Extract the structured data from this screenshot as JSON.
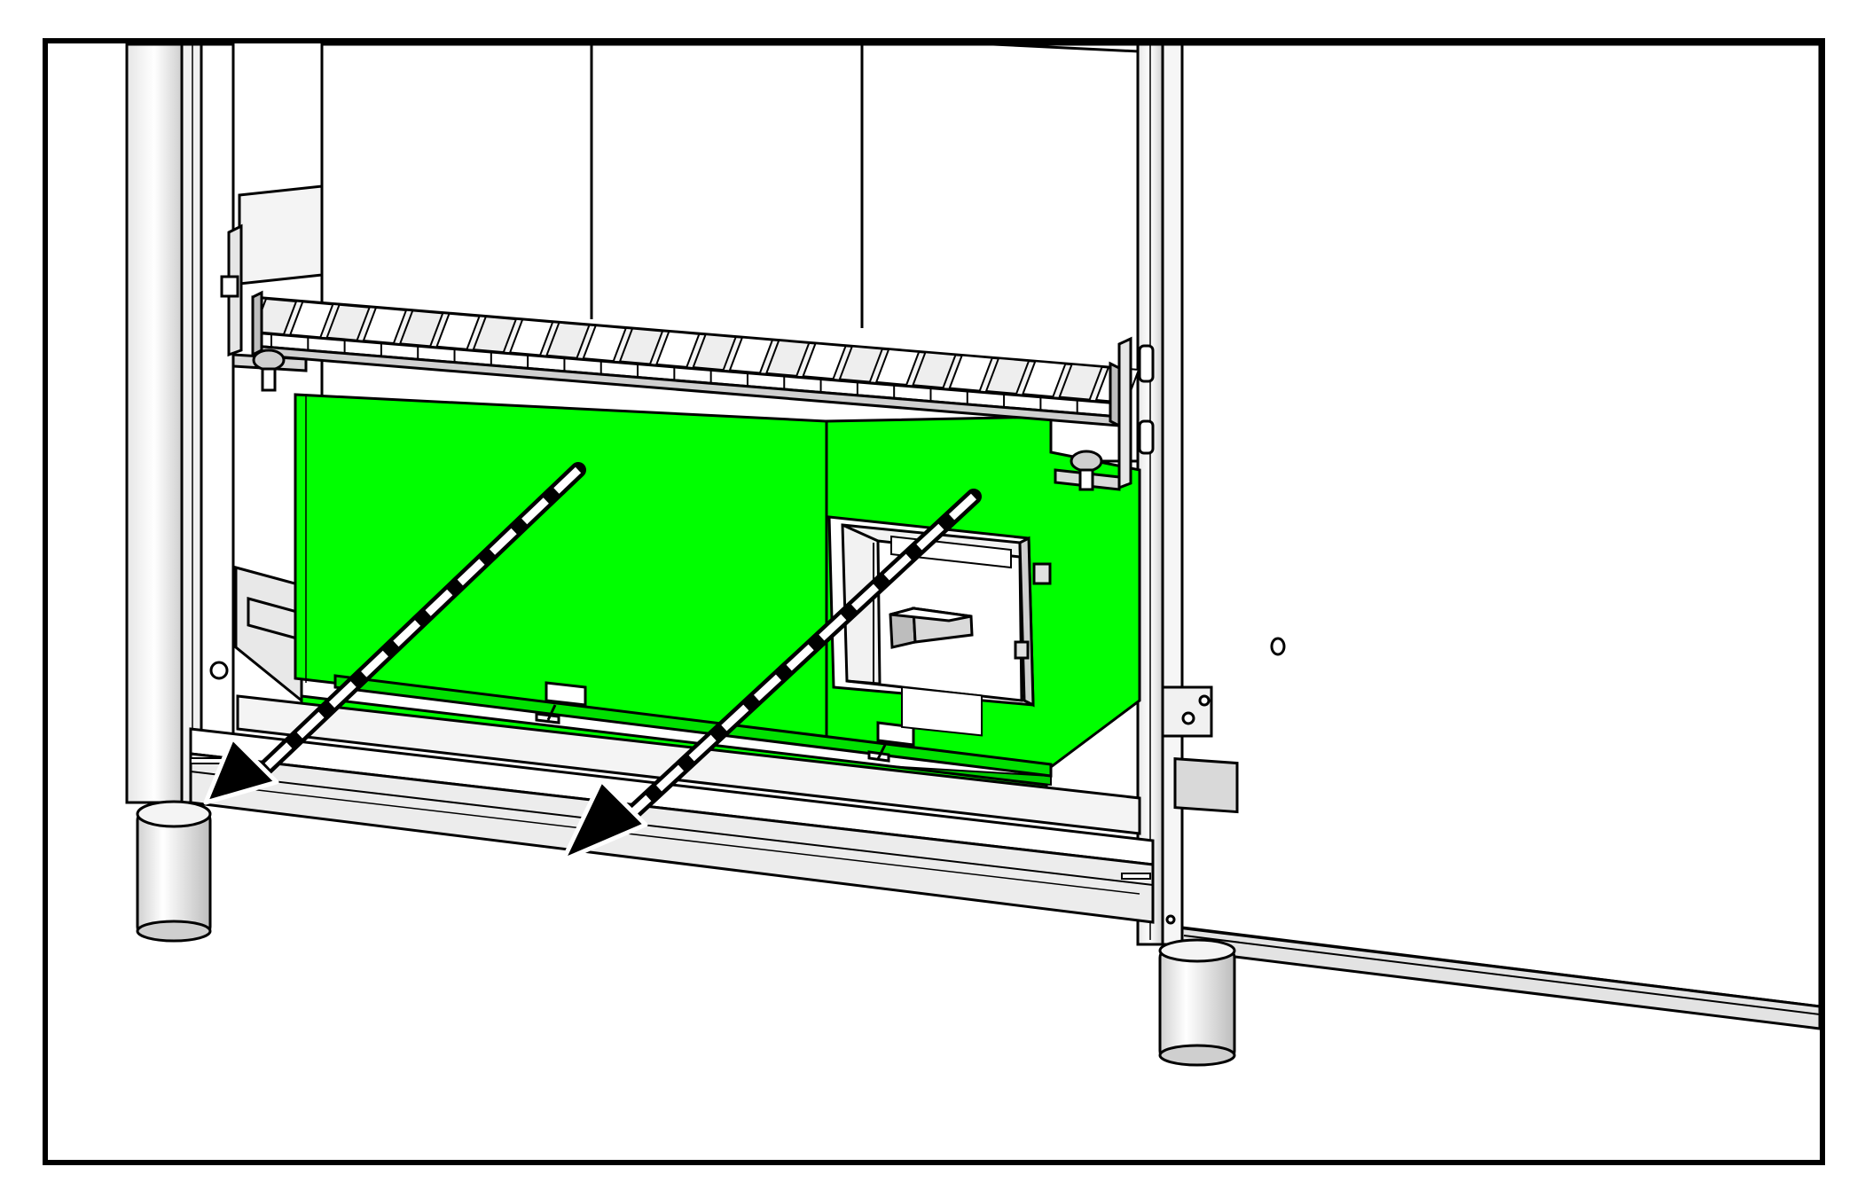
{
  "colors": {
    "background": "#ffffff",
    "line": "#000000",
    "panel_fill": "#00ff00",
    "metal_light": "#f2f2f2",
    "metal_mid": "#d9d9d9",
    "metal_dark": "#9a9a9a"
  },
  "parts": {
    "panels": [
      "left-panel",
      "right-panel"
    ],
    "removal_arrows": 2,
    "icons": [
      "breaker-handle-icon",
      "bolt-icon",
      "leveling-foot-icon",
      "arrow-icon"
    ]
  }
}
